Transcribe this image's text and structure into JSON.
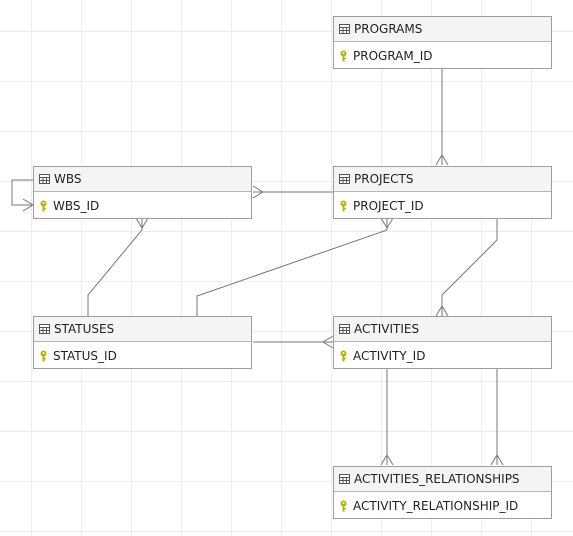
{
  "entities": {
    "programs": {
      "name": "PROGRAMS",
      "key": "PROGRAM_ID"
    },
    "projects": {
      "name": "PROJECTS",
      "key": "PROJECT_ID"
    },
    "wbs": {
      "name": "WBS",
      "key": "WBS_ID"
    },
    "statuses": {
      "name": "STATUSES",
      "key": "STATUS_ID"
    },
    "activities": {
      "name": "ACTIVITIES",
      "key": "ACTIVITY_ID"
    },
    "activities_relationships": {
      "name": "ACTIVITIES_RELATIONSHIPS",
      "key": "ACTIVITY_RELATIONSHIP_ID"
    }
  },
  "icons": {
    "table": "table-icon",
    "key": "key-icon"
  },
  "colors": {
    "key_icon": "#b5b500",
    "connector": "#777777",
    "entity_border": "#9e9e9e",
    "header_bg": "#f4f4f4"
  }
}
